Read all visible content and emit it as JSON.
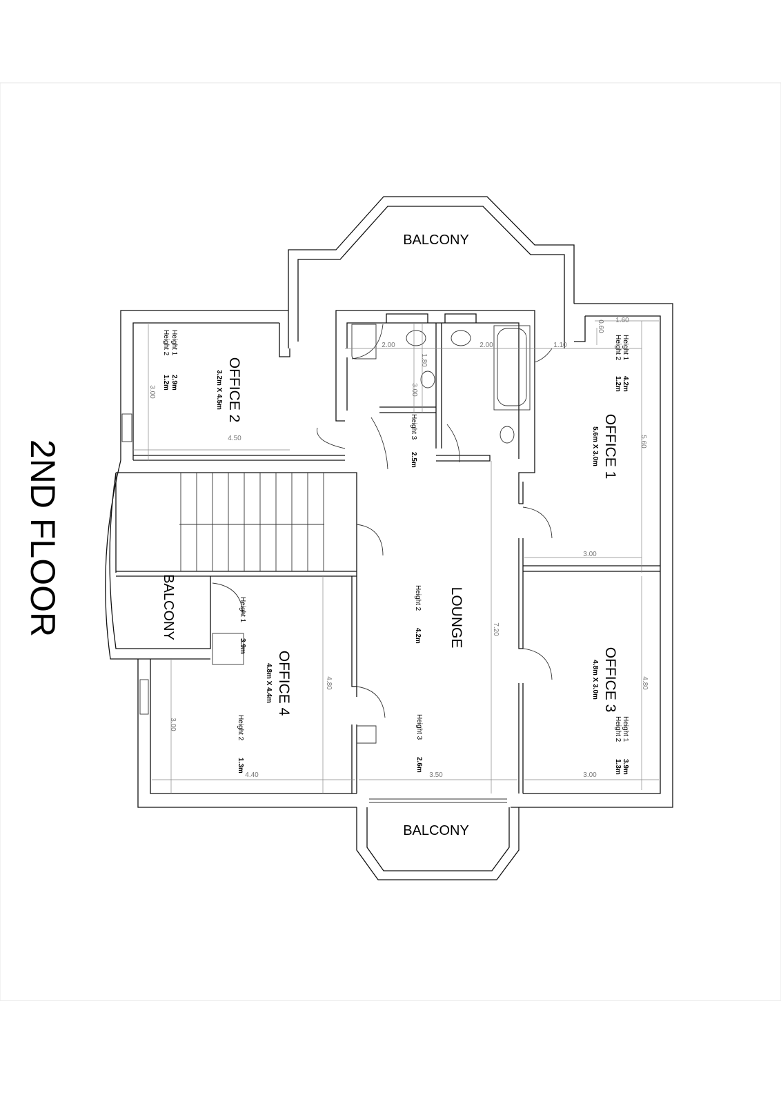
{
  "title": "2ND FLOOR",
  "balconies": [
    "BALCONY",
    "BALCONY",
    "BALCONY"
  ],
  "rooms": {
    "office2": {
      "name": "OFFICE 2",
      "size": "3.2m X 4.5m",
      "h1": "Height 1",
      "h2": "Height 2",
      "v1": "2.9m",
      "v2": "1.2m"
    },
    "office1": {
      "name": "OFFICE 1",
      "size": "5.6m X 3.0m",
      "h1": "Height 1",
      "h2": "Height 2",
      "v1": "4.2m",
      "v2": "1.2m"
    },
    "office3": {
      "name": "OFFICE 3",
      "size": "4.8m X 3.0m",
      "h1": "Height 1",
      "h2": "Height 2",
      "v1": "3.9m",
      "v2": "1.3m"
    },
    "office4": {
      "name": "OFFICE 4",
      "size": "4.8m X 4.4m",
      "h1": "Height 1",
      "v1": "3.9m",
      "h2": "Height 2",
      "v2": "1.3m"
    },
    "lounge": {
      "name": "LOUNGE",
      "h2": "Height 2",
      "v2": "4.2m",
      "h3a": "Height 3",
      "v3a": "2.5m",
      "h3b": "Height 3",
      "v3b": "2.6m"
    }
  },
  "dimensions": [
    "1.60",
    "0.60",
    "2.00",
    "2.00",
    "1.10",
    "1.80",
    "3.00",
    "3.00",
    "4.50",
    "5.60",
    "3.00",
    "7.20",
    "4.80",
    "3.00",
    "4.80",
    "3.00",
    "4.40",
    "3.50"
  ]
}
